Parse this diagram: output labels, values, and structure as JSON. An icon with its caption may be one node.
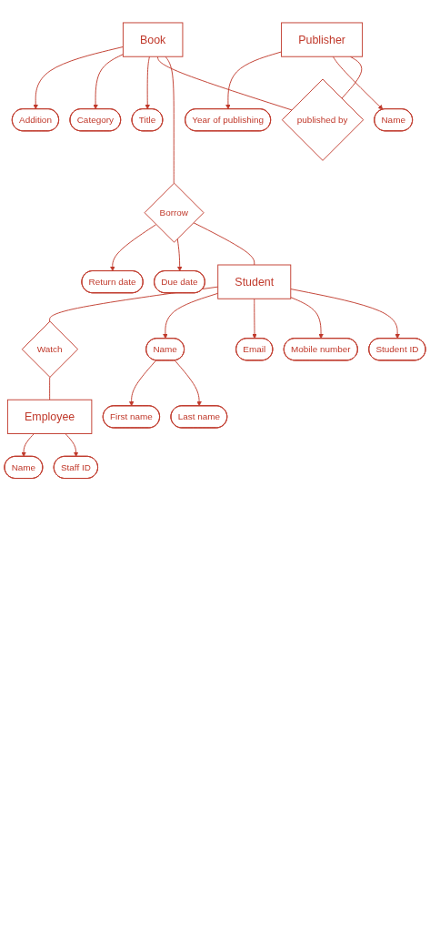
{
  "diagram": {
    "nodes": [
      {
        "text": [
          "Addition"
        ]
      },
      {
        "text": [
          "Category"
        ]
      },
      {
        "text": [
          "Title"
        ]
      },
      {
        "text": [
          "Year of publishing"
        ]
      },
      {
        "text": [
          "Name"
        ]
      },
      {
        "text": [
          "Book"
        ]
      },
      {
        "text": [
          "Publisher"
        ]
      },
      {
        "text": [
          "published by"
        ]
      },
      {
        "text": [
          "Borrow"
        ]
      },
      {
        "text": [
          "Return date"
        ]
      },
      {
        "text": [
          "Due date"
        ]
      },
      {
        "text": [
          "Student"
        ]
      },
      {
        "text": [
          "Watch"
        ]
      },
      {
        "text": [
          "Employee"
        ]
      },
      {
        "text": [
          "Email"
        ]
      },
      {
        "text": [
          "Mobile number"
        ]
      },
      {
        "text": [
          "Name"
        ]
      },
      {
        "text": [
          "Staff ID"
        ]
      },
      {
        "text": [
          "Name"
        ]
      },
      {
        "text": [
          "Student ID"
        ]
      },
      {
        "text": [
          "First name"
        ]
      },
      {
        "text": [
          "Last name"
        ]
      }
    ],
    "edges": [
      {
        "from": 5,
        "to": 0,
        "arrow": "to"
      },
      {
        "from": 5,
        "to": 1,
        "arrow": "to"
      },
      {
        "from": 5,
        "to": 2,
        "arrow": "to"
      },
      {
        "from": 6,
        "to": 3,
        "arrow": "to"
      },
      {
        "from": 6,
        "to": 4,
        "arrow": "to"
      },
      {
        "from": 5,
        "to": 7,
        "arrow": "none"
      },
      {
        "from": 6,
        "to": 7,
        "arrow": "none"
      },
      {
        "from": 5,
        "to": 8,
        "arrow": "none"
      },
      {
        "from": 8,
        "to": 9,
        "arrow": "to"
      },
      {
        "from": 8,
        "to": 10,
        "arrow": "to"
      },
      {
        "from": 8,
        "to": 11,
        "arrow": "none"
      },
      {
        "from": 11,
        "to": 12,
        "arrow": "none"
      },
      {
        "from": 12,
        "to": 13,
        "arrow": "none"
      },
      {
        "from": 11,
        "to": 18,
        "arrow": "to"
      },
      {
        "from": 11,
        "to": 14,
        "arrow": "to"
      },
      {
        "from": 11,
        "to": 15,
        "arrow": "to"
      },
      {
        "from": 11,
        "to": 19,
        "arrow": "to"
      },
      {
        "from": 13,
        "to": 16,
        "arrow": "to"
      },
      {
        "from": 13,
        "to": 17,
        "arrow": "to"
      },
      {
        "from": 18,
        "to": 20,
        "arrow": "to"
      },
      {
        "from": 18,
        "to": 21,
        "arrow": "to"
      }
    ]
  }
}
